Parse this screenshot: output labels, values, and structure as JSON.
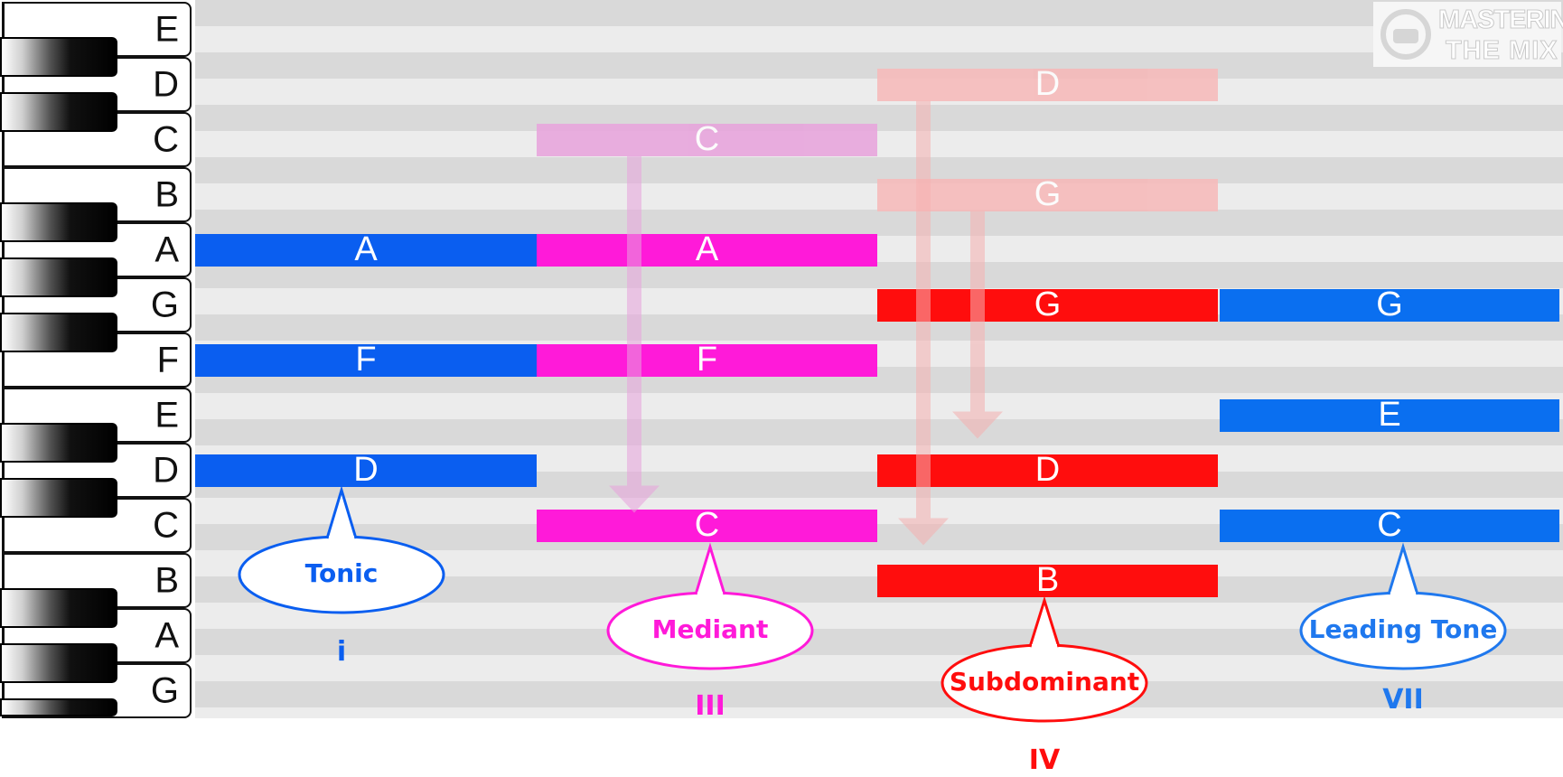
{
  "keyboard": {
    "white_keys": [
      "E",
      "D",
      "C",
      "B",
      "A",
      "G",
      "F",
      "E",
      "D",
      "C",
      "B",
      "A",
      "G"
    ]
  },
  "chords": [
    {
      "name": "tonic",
      "color": "#0a5ef0",
      "notes": [
        {
          "pitch": "A",
          "label": "A"
        },
        {
          "pitch": "F",
          "label": "F"
        },
        {
          "pitch": "D",
          "label": "D"
        }
      ],
      "bubble": "Tonic",
      "numeral": "i"
    },
    {
      "name": "mediant",
      "color": "#ff1ad9",
      "notes": [
        {
          "pitch": "A",
          "label": "A"
        },
        {
          "pitch": "F",
          "label": "F"
        },
        {
          "pitch": "C",
          "label": "C"
        }
      ],
      "ghost": {
        "pitch": "C",
        "label": "C",
        "color": "#e8a2dc"
      },
      "bubble": "Mediant",
      "numeral": "III"
    },
    {
      "name": "subdominant",
      "color": "#ff0d0d",
      "notes": [
        {
          "pitch": "G",
          "label": "G"
        },
        {
          "pitch": "D",
          "label": "D"
        },
        {
          "pitch": "B",
          "label": "B"
        }
      ],
      "ghosts": [
        {
          "pitch": "D",
          "label": "D",
          "color": "#f7b8b8"
        },
        {
          "pitch": "G",
          "label": "G",
          "color": "#f7b8b8"
        }
      ],
      "bubble": "Subdominant",
      "numeral": "IV"
    },
    {
      "name": "leading-tone",
      "color": "#0a6ff0",
      "notes": [
        {
          "pitch": "G",
          "label": "G"
        },
        {
          "pitch": "E",
          "label": "E"
        },
        {
          "pitch": "C",
          "label": "C"
        }
      ],
      "bubble": "Leading Tone",
      "numeral": "VII"
    }
  ],
  "colors": {
    "roll_light": "#ececec",
    "roll_dark": "#d9d9d9",
    "tonic": "#0a5ef0",
    "mediant": "#ff1ad9",
    "subdominant": "#ff0d0d",
    "leading_tone": "#1f78ee"
  },
  "logo": {
    "line1": "MASTERING",
    "line2": "THE MIX"
  }
}
